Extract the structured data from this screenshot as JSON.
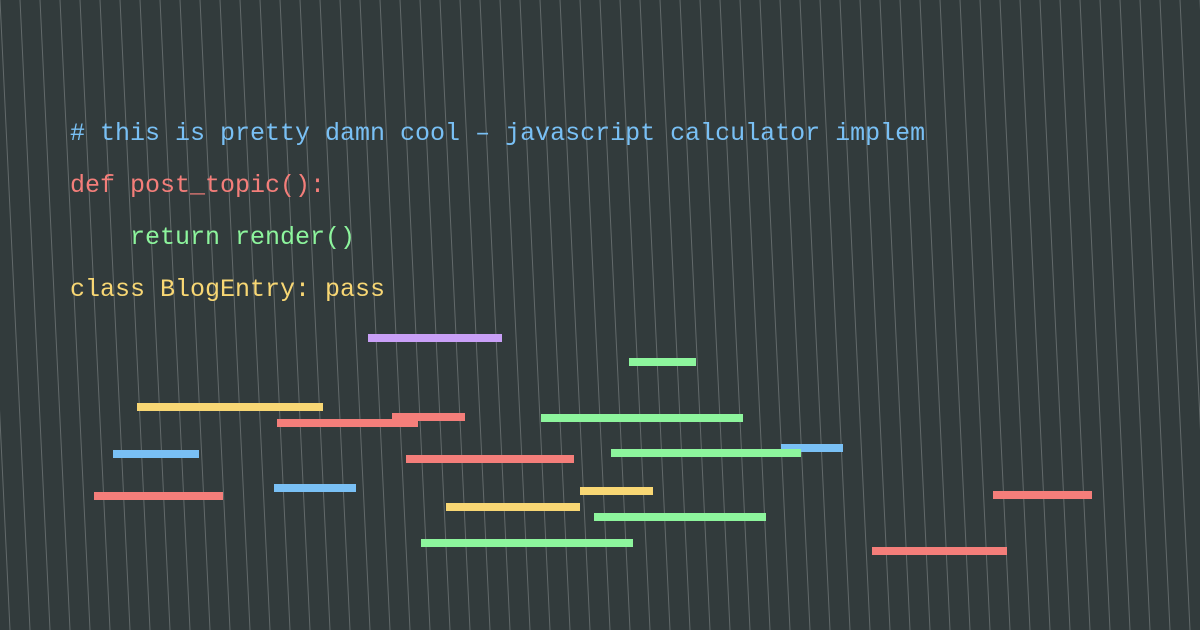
{
  "palette": {
    "background": "#323b3c",
    "stripe": "#8a9090",
    "comment": "#79c0f5",
    "keyword": "#f47e7a",
    "string": "#8df59d",
    "class": "#f8d774",
    "accent": "#c9a0f7"
  },
  "code": {
    "comment": "# this is pretty damn cool – javascript calculator implem",
    "def_line": "def post_topic():",
    "return_line": "    return render()",
    "class_line": "class BlogEntry: pass"
  }
}
